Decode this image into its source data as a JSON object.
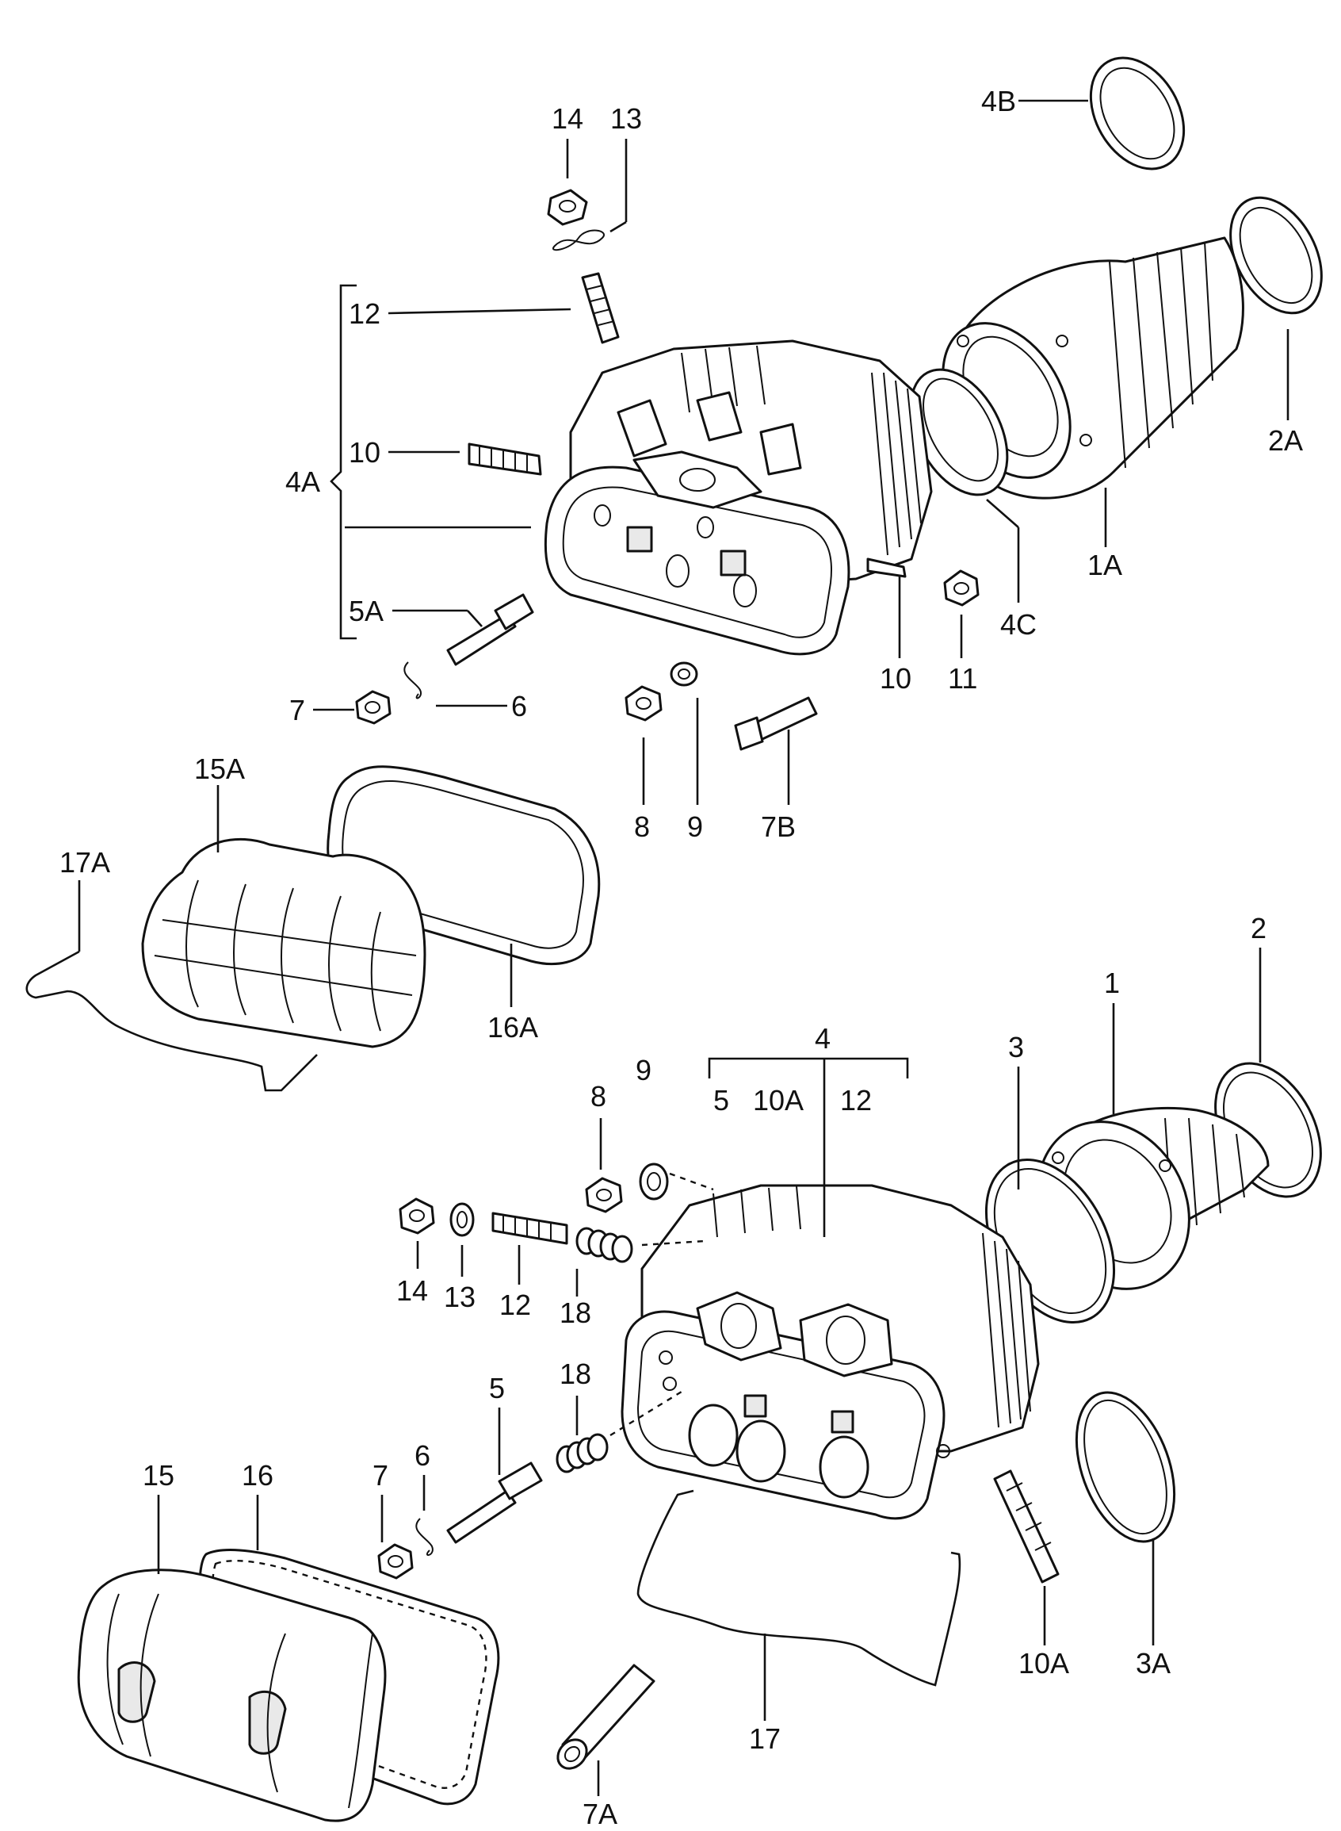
{
  "labels": {
    "l4B": "4B",
    "l14a": "14",
    "l13a": "13",
    "l12a": "12",
    "l10a": "10",
    "l4A": "4A",
    "l5A": "5A",
    "l7a": "7",
    "l6a": "6",
    "l8a": "8",
    "l9a": "9",
    "l7B": "7B",
    "l10b": "10",
    "l11": "11",
    "l4C": "4C",
    "l1A": "1A",
    "l2A": "2A",
    "l15A": "15A",
    "l17A": "17A",
    "l16A": "16A",
    "l2": "2",
    "l1": "1",
    "l3": "3",
    "l4": "4",
    "l5top": "5",
    "l10Atop": "10A",
    "l12top": "12",
    "l8b": "8",
    "l9b": "9",
    "l14b": "14",
    "l13b": "13",
    "l12b": "12",
    "l18a": "18",
    "l18b": "18",
    "l5": "5",
    "l7b": "7",
    "l6b": "6",
    "l15": "15",
    "l16": "16",
    "l7A": "7A",
    "l17": "17",
    "l10A": "10A",
    "l3A": "3A"
  }
}
